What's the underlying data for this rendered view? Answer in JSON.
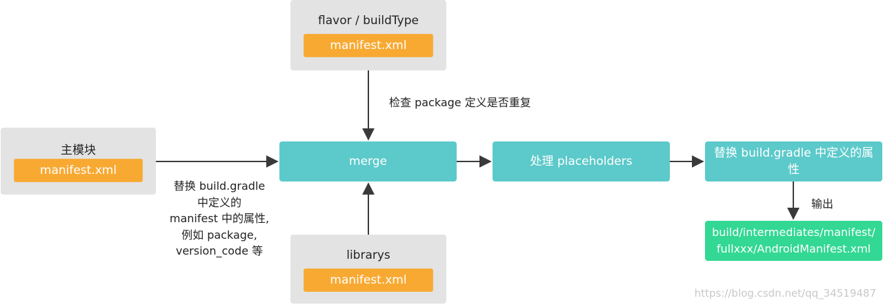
{
  "nodes": {
    "flavor": {
      "title": "flavor / buildType",
      "manifest": "manifest.xml"
    },
    "main_module": {
      "title": "主模块",
      "manifest": "manifest.xml"
    },
    "librarys": {
      "title": "librarys",
      "manifest": "manifest.xml"
    },
    "merge": {
      "label": "merge"
    },
    "placeholders": {
      "label": "处理 placeholders"
    },
    "replace": {
      "label": "替换 build.gradle 中定义的属性"
    },
    "output": {
      "label": "build/intermediates/manifest/ fullxxx/AndroidManifest.xml"
    }
  },
  "labels": {
    "check_package": "检查 package 定义是否重复",
    "replace_note": [
      "替换 build.gradle",
      "中定义的",
      "manifest 中的属性,",
      "例如 package,",
      "version_code 等"
    ],
    "output_label": "输出"
  },
  "watermark": "https://blog.csdn.net/qq_34519487",
  "colors": {
    "gray_box": "#e3e3e3",
    "orange": "#f8a932",
    "teal": "#5cc9ca",
    "green": "#32d893",
    "arrow": "#3a3a3a"
  }
}
